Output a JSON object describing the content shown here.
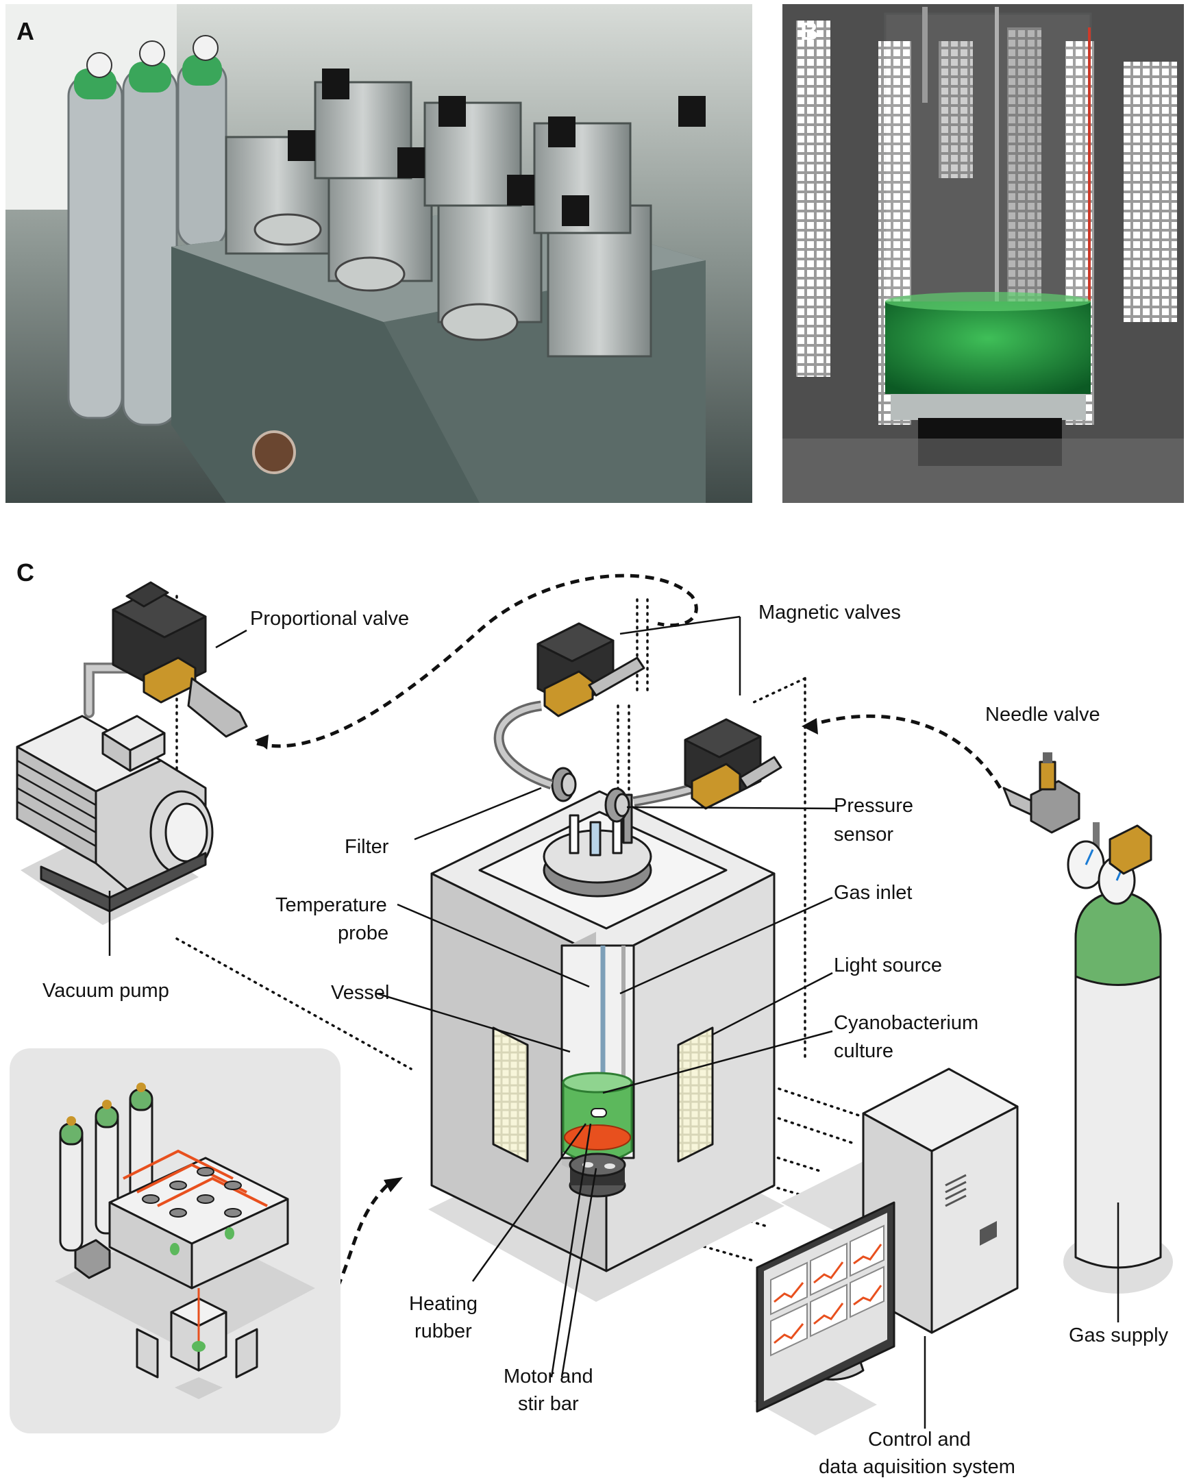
{
  "panels": {
    "a": "A",
    "b": "B",
    "c": "C"
  },
  "labels": {
    "proportional_valve": "Proportional valve",
    "magnetic_valves": "Magnetic valves",
    "needle_valve": "Needle valve",
    "pressure_sensor_1": "Pressure",
    "pressure_sensor_2": "sensor",
    "filter": "Filter",
    "temperature_probe_1": "Temperature",
    "temperature_probe_2": "probe",
    "gas_inlet": "Gas inlet",
    "vacuum_pump": "Vacuum pump",
    "light_source": "Light source",
    "vessel": "Vessel",
    "cyanobacterium_culture_1": "Cyanobacterium",
    "cyanobacterium_culture_2": "culture",
    "heating_rubber_1": "Heating",
    "heating_rubber_2": "rubber",
    "motor_stir_bar_1": "Motor and",
    "motor_stir_bar_2": "stir bar",
    "gas_supply": "Gas supply",
    "control_system_1": "Control and",
    "control_system_2": "data aquisition system"
  },
  "colors": {
    "culture_green": "#5cb85c",
    "bottle_green": "#6bb36b",
    "heating_orange": "#e8501e",
    "brass": "#c9962a",
    "valve_black": "#2b2b2b",
    "housing_grey": "#d9d9d9",
    "inset_bg": "#e6e6e6",
    "light_panel": "#f4f2d4"
  },
  "icons": {
    "vacuum_pump": "vacuum-pump-icon",
    "gas_bottle": "gas-bottle-icon",
    "monitor": "monitor-icon",
    "computer_tower": "computer-tower-icon"
  }
}
